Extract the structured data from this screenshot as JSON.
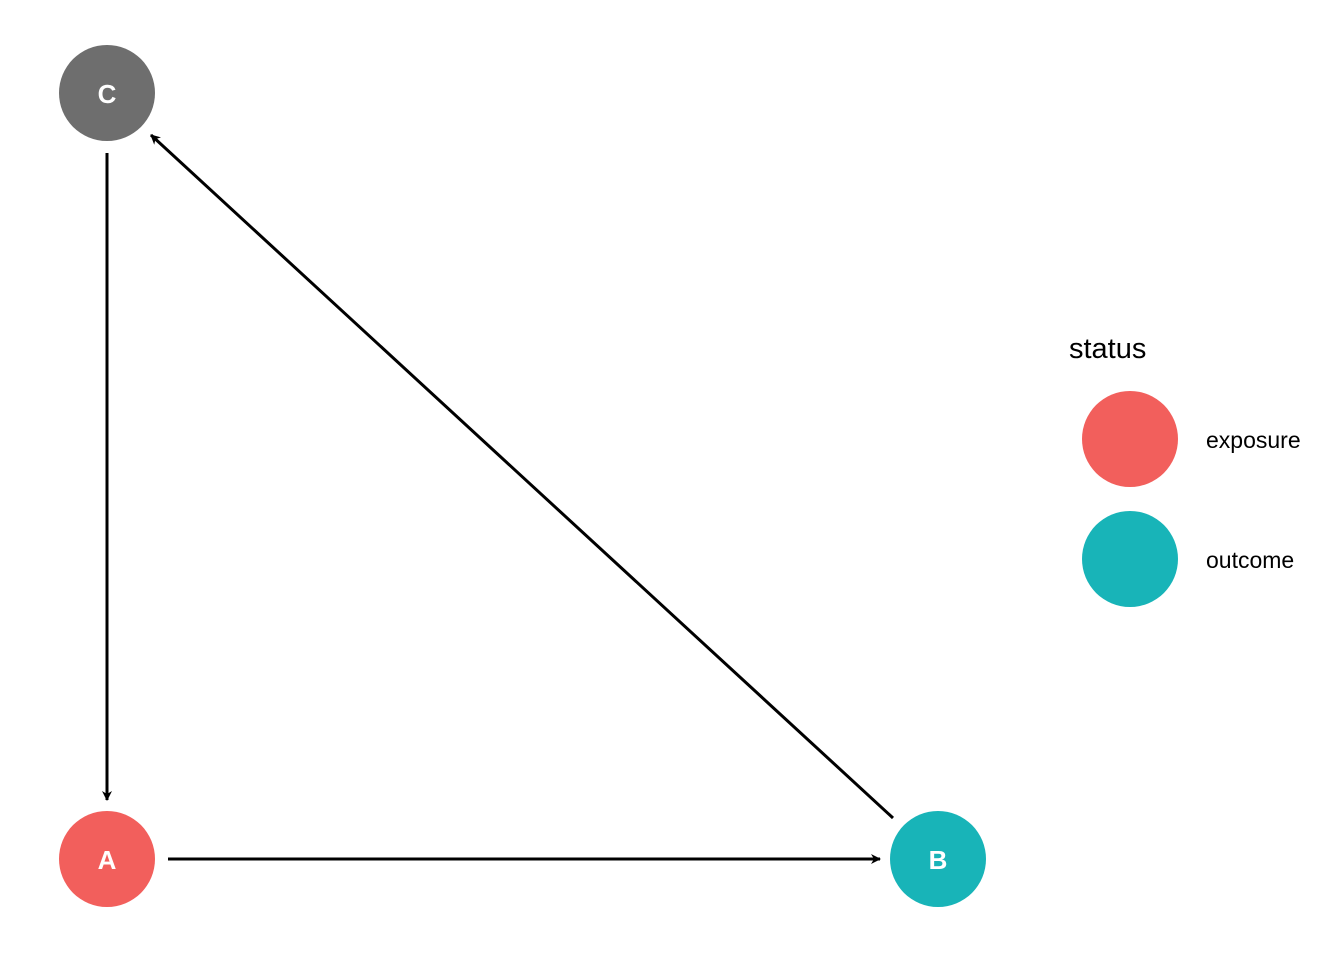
{
  "nodes": [
    {
      "id": "C",
      "label": "C",
      "status": "",
      "color": "#6e6e6e"
    },
    {
      "id": "A",
      "label": "A",
      "status": "exposure",
      "color": "#f25f5c"
    },
    {
      "id": "B",
      "label": "B",
      "status": "outcome",
      "color": "#18b4b8"
    }
  ],
  "edges": [
    {
      "from": "C",
      "to": "A"
    },
    {
      "from": "A",
      "to": "B"
    },
    {
      "from": "B",
      "to": "C"
    }
  ],
  "legend": {
    "title": "status",
    "items": [
      {
        "label": "exposure",
        "color": "#f25f5c"
      },
      {
        "label": "outcome",
        "color": "#18b4b8"
      }
    ]
  }
}
